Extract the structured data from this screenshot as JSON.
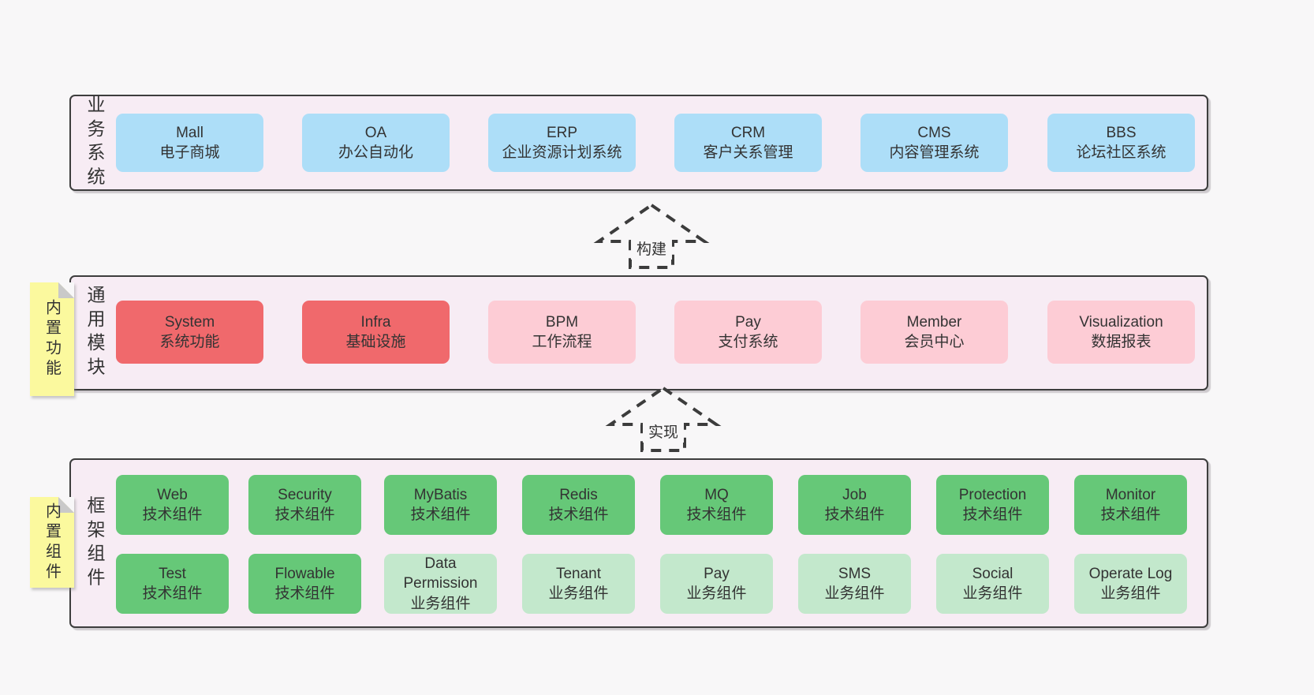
{
  "colors": {
    "page_bg": "#f8f7f8",
    "layer_bg": "#f7ecf4",
    "layer_border": "#3d3d3d",
    "blue_box": "#addef8",
    "red_box": "#f0696c",
    "pink_box": "#fdccd5",
    "green_box": "#66c878",
    "lightgreen_box": "#c3e8cc",
    "sticky_bg": "#fbf99e",
    "sticky_fold": "#c9c9c9",
    "text": "#333333"
  },
  "layers": [
    {
      "id": "business",
      "label": "业务系统",
      "boxes": [
        {
          "title": "Mall",
          "subtitle": "电子商城",
          "variant": "blue"
        },
        {
          "title": "OA",
          "subtitle": "办公自动化",
          "variant": "blue"
        },
        {
          "title": "ERP",
          "subtitle": "企业资源计划系统",
          "variant": "blue"
        },
        {
          "title": "CRM",
          "subtitle": "客户关系管理",
          "variant": "blue"
        },
        {
          "title": "CMS",
          "subtitle": "内容管理系统",
          "variant": "blue"
        },
        {
          "title": "BBS",
          "subtitle": "论坛社区系统",
          "variant": "blue"
        }
      ]
    },
    {
      "id": "modules",
      "label": "通用模块",
      "sticky": "内置功能",
      "boxes": [
        {
          "title": "System",
          "subtitle": "系统功能",
          "variant": "red"
        },
        {
          "title": "Infra",
          "subtitle": "基础设施",
          "variant": "red"
        },
        {
          "title": "BPM",
          "subtitle": "工作流程",
          "variant": "pink"
        },
        {
          "title": "Pay",
          "subtitle": "支付系统",
          "variant": "pink"
        },
        {
          "title": "Member",
          "subtitle": "会员中心",
          "variant": "pink"
        },
        {
          "title": "Visualization",
          "subtitle": "数据报表",
          "variant": "pink"
        }
      ]
    },
    {
      "id": "components",
      "label": "框架组件",
      "sticky": "内置组件",
      "rows": [
        [
          {
            "title": "Web",
            "subtitle": "技术组件",
            "variant": "green"
          },
          {
            "title": "Security",
            "subtitle": "技术组件",
            "variant": "green"
          },
          {
            "title": "MyBatis",
            "subtitle": "技术组件",
            "variant": "green"
          },
          {
            "title": "Redis",
            "subtitle": "技术组件",
            "variant": "green"
          },
          {
            "title": "MQ",
            "subtitle": "技术组件",
            "variant": "green"
          },
          {
            "title": "Job",
            "subtitle": "技术组件",
            "variant": "green"
          },
          {
            "title": "Protection",
            "subtitle": "技术组件",
            "variant": "green"
          },
          {
            "title": "Monitor",
            "subtitle": "技术组件",
            "variant": "green"
          }
        ],
        [
          {
            "title": "Test",
            "subtitle": "技术组件",
            "variant": "green"
          },
          {
            "title": "Flowable",
            "subtitle": "技术组件",
            "variant": "green"
          },
          {
            "title": "Data Permission",
            "subtitle": "业务组件",
            "variant": "lightgreen"
          },
          {
            "title": "Tenant",
            "subtitle": "业务组件",
            "variant": "lightgreen"
          },
          {
            "title": "Pay",
            "subtitle": "业务组件",
            "variant": "lightgreen"
          },
          {
            "title": "SMS",
            "subtitle": "业务组件",
            "variant": "lightgreen"
          },
          {
            "title": "Social",
            "subtitle": "业务组件",
            "variant": "lightgreen"
          },
          {
            "title": "Operate Log",
            "subtitle": "业务组件",
            "variant": "lightgreen"
          }
        ]
      ]
    }
  ],
  "arrows": [
    {
      "label": "构建"
    },
    {
      "label": "实现"
    }
  ]
}
